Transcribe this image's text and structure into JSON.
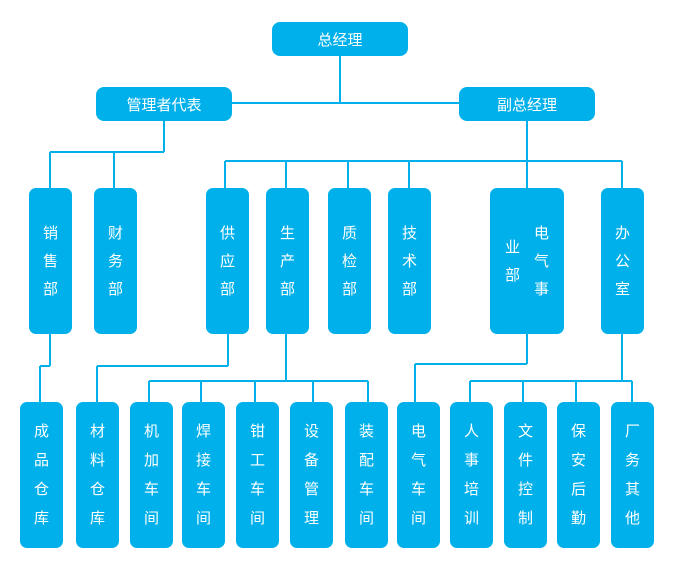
{
  "colors": {
    "node": "#00b0ea",
    "line": "#00b0ea",
    "text": "#ffffff"
  },
  "root": {
    "label": "总经理"
  },
  "rep": {
    "label": "管理者代表"
  },
  "deputy": {
    "label": "副总经理"
  },
  "departments": {
    "sales": "销售部",
    "finance": "财务部",
    "supply": "供应部",
    "production": "生产部",
    "qc": "质检部",
    "tech": "技术部",
    "electrical": "电气事业部",
    "office": "办公室"
  },
  "units": {
    "finished_goods": "成品仓库",
    "material_store": "材料仓库",
    "machining": "机加车间",
    "welding": "焊接车间",
    "fitting": "钳工车间",
    "equipment": "设备管理",
    "assembly": "装配车间",
    "electric_ws": "电气车间",
    "hr": "人事培训",
    "docs": "文件控制",
    "security": "保安后勤",
    "affairs": "厂务其他"
  }
}
